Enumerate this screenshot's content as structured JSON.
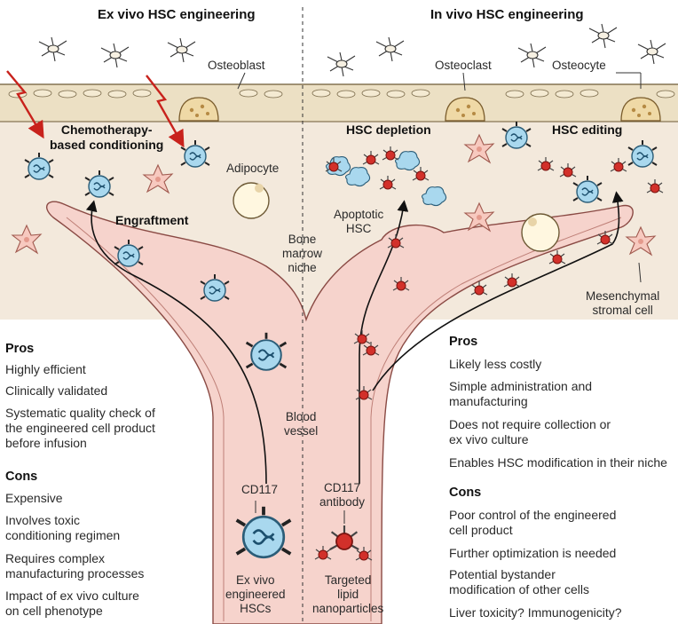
{
  "headers": {
    "left": "Ex vivo HSC engineering",
    "right": "In vivo HSC engineering"
  },
  "labels": {
    "osteoblast": "Osteoblast",
    "osteoclast": "Osteoclast",
    "osteocyte": "Osteocyte",
    "chemo": "Chemotherapy-\nbased conditioning",
    "adipocyte": "Adipocyte",
    "engraftment": "Engraftment",
    "bone_marrow_niche": "Bone\nmarrow\nniche",
    "hsc_depletion": "HSC depletion",
    "hsc_editing": "HSC editing",
    "apoptotic_hsc": "Apoptotic\nHSC",
    "mesenchymal": "Mesenchymal\nstromal cell",
    "blood_vessel": "Blood\nvessel",
    "cd117": "CD117",
    "cd117_antibody": "CD117\nantibody",
    "ex_vivo_hscs": "Ex vivo\nengineered\nHSCs",
    "targeted_lnp": "Targeted\nlipid\nnanoparticles"
  },
  "left": {
    "pros_title": "Pros",
    "pros": [
      "Highly efficient",
      "Clinically validated",
      "Systematic quality check of\nthe engineered cell product\nbefore infusion"
    ],
    "cons_title": "Cons",
    "cons": [
      "Expensive",
      "Involves toxic\nconditioning regimen",
      "Requires complex\nmanufacturing processes",
      "Impact of ex vivo culture\non cell phenotype"
    ]
  },
  "right": {
    "pros_title": "Pros",
    "pros": [
      "Likely less costly",
      "Simple administration and\nmanufacturing",
      "Does not require collection or\nex vivo culture",
      "Enables HSC modification in their niche"
    ],
    "cons_title": "Cons",
    "cons": [
      "Poor control of the engineered\ncell product",
      "Further optimization is needed",
      "Potential bystander\nmodification of other cells",
      "Liver toxicity? Immunogenicity?"
    ]
  },
  "colors": {
    "vessel": "#f6d3cc",
    "vessel_edge": "#8a4a44",
    "marrow": "#f3e9dc",
    "bone": "#ece0c4",
    "hsc": "#a9d8ee",
    "nanoparticle": "#d2302a",
    "arrow_red": "#c8221c"
  },
  "icons": [
    "lightning-icon",
    "hsc-cell-icon",
    "nanoparticle-icon",
    "dna-icon",
    "osteoblast-icon",
    "osteocyte-icon",
    "adipocyte-icon"
  ]
}
